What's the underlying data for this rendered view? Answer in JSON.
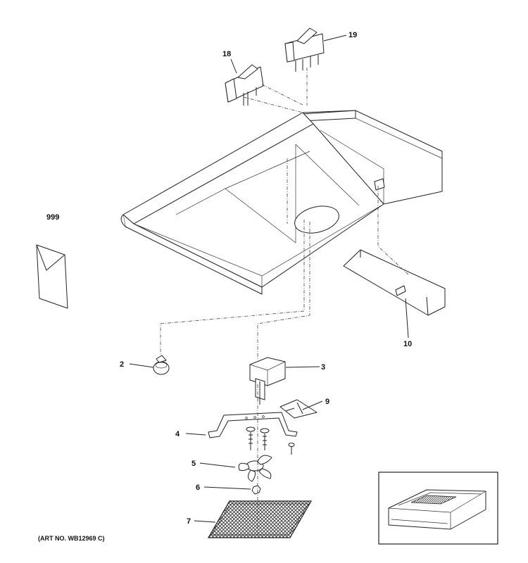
{
  "callouts": {
    "c18": "18",
    "c19": "19",
    "c999": "999",
    "c10": "10",
    "c2": "2",
    "c3": "3",
    "c9": "9",
    "c4": "4",
    "c5": "5",
    "c6": "6",
    "c7": "7"
  },
  "art_number": "(ART NO. WB12969 C)"
}
